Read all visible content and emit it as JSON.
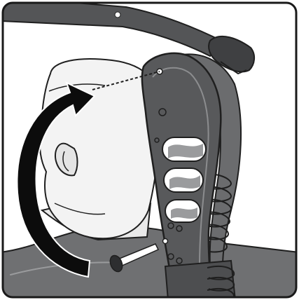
{
  "illustration": {
    "subject": "head-support-installation",
    "colors": {
      "device_dark": "#4a4a4c",
      "device_mid": "#5d5e60",
      "device_light": "#8a8b8d",
      "shoulders": "#6f7072",
      "head": "#f2f2f2",
      "outline": "#1f1f1f",
      "arrow": "#0c0c0c",
      "background": "#ffffff"
    },
    "icons": [
      "head-outline",
      "device-arm",
      "rotation-arrow-icon",
      "dashed-guide-line",
      "pin-icon",
      "spring-coil"
    ]
  }
}
